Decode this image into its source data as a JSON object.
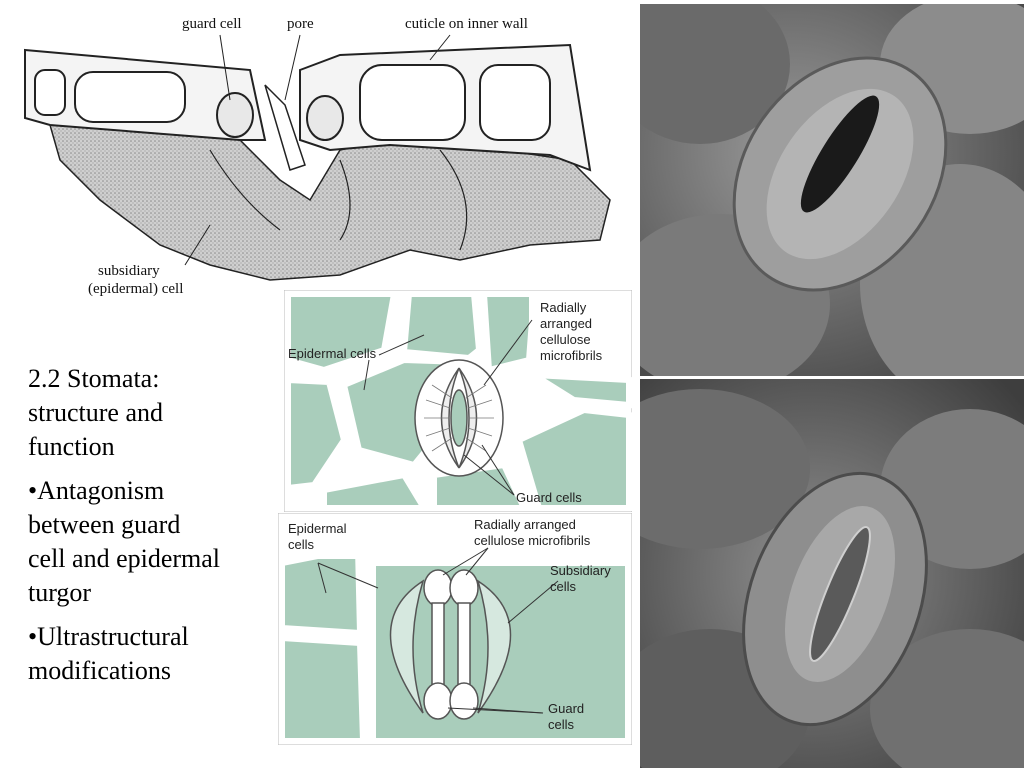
{
  "cross_section": {
    "labels": {
      "guard_cell": "guard cell",
      "pore": "pore",
      "cuticle": "cuticle on inner wall",
      "subsidiary_line1": "subsidiary",
      "subsidiary_line2": "(epidermal) cell"
    }
  },
  "slide": {
    "heading_line1": "2.2 Stomata:",
    "heading_line2": "structure and",
    "heading_line3": "function",
    "bullet1_line1": "•Antagonism",
    "bullet1_line2": "between guard",
    "bullet1_line3": "cell and epidermal",
    "bullet1_line4": "turgor",
    "bullet2_line1": "•Ultrastructural",
    "bullet2_line2": "modifications"
  },
  "panel_top": {
    "epidermal": "Epidermal cells",
    "radially_1": "Radially",
    "radially_2": "arranged",
    "radially_3": "cellulose",
    "radially_4": "microfibrils",
    "guard": "Guard cells"
  },
  "panel_bottom": {
    "epidermal_1": "Epidermal",
    "epidermal_2": "cells",
    "radially_1": "Radially arranged",
    "radially_2": "cellulose microfibrils",
    "subsidiary_1": "Subsidiary",
    "subsidiary_2": "cells",
    "guard_1": "Guard",
    "guard_2": "cells"
  },
  "colors": {
    "panel_green": "#a9cdbb",
    "stipple": "#b8b8b8",
    "sem_gray": "#6e6e6e"
  }
}
